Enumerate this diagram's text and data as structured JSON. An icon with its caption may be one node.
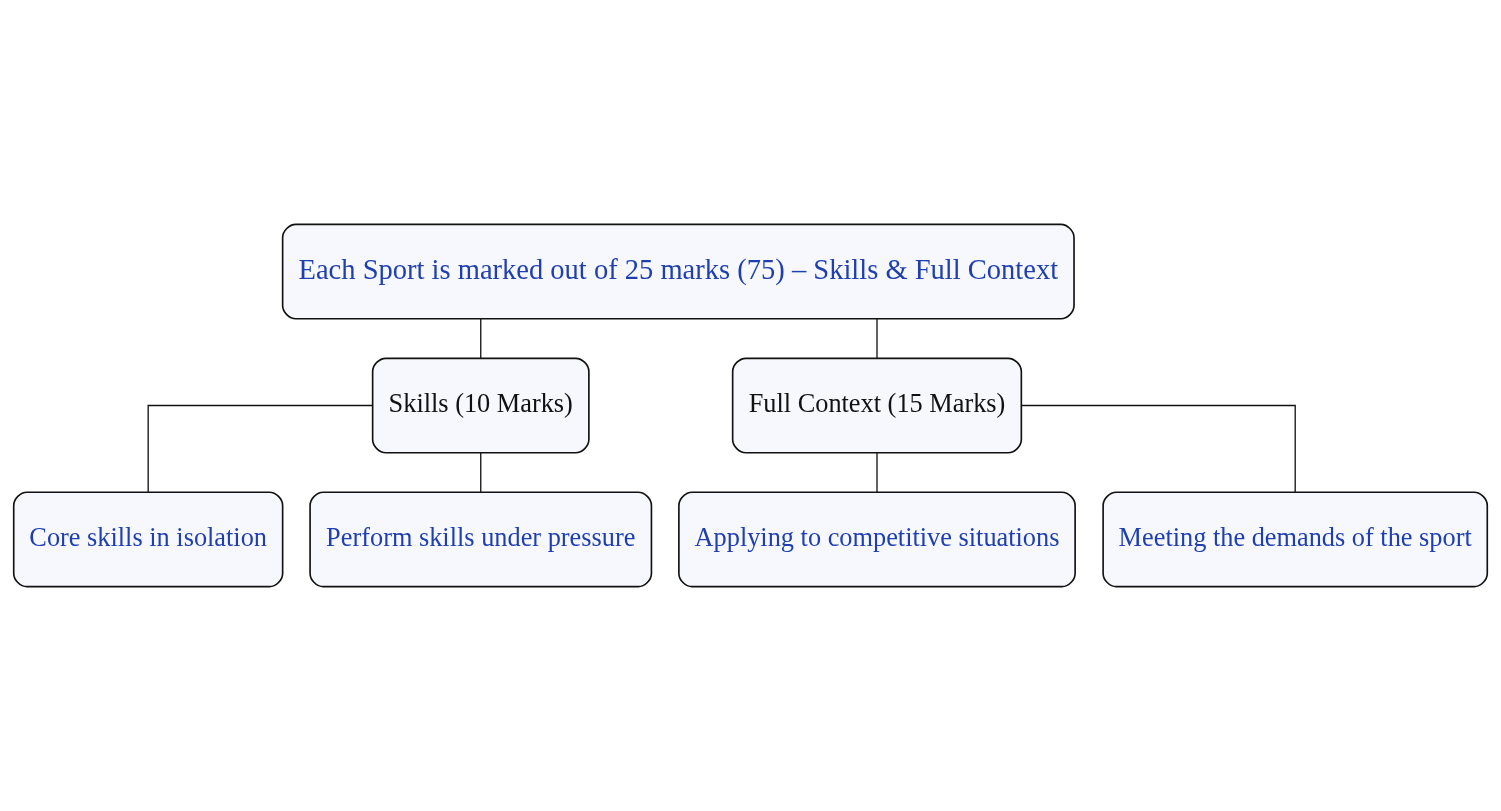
{
  "diagram": {
    "nodes": [
      {
        "text": [
          "Each Sport is marked out of 25 marks (75) – Skills & Full Context"
        ]
      },
      {
        "text": [
          "Skills (10 Marks)"
        ]
      },
      {
        "text": [
          "Full Context (15 Marks)"
        ]
      },
      {
        "text": [
          "Core skills in isolation"
        ]
      },
      {
        "text": [
          "Perform skills under pressure"
        ]
      },
      {
        "text": [
          "Applying to competitive situations"
        ]
      },
      {
        "text": [
          "Meeting the demands of the sport"
        ]
      }
    ],
    "edges": [
      {
        "from": 0,
        "to": 1,
        "arrow": "none"
      },
      {
        "from": 0,
        "to": 2,
        "arrow": "none"
      },
      {
        "from": 1,
        "to": 3,
        "arrow": "none"
      },
      {
        "from": 1,
        "to": 4,
        "arrow": "none"
      },
      {
        "from": 2,
        "to": 5,
        "arrow": "none"
      },
      {
        "from": 2,
        "to": 6,
        "arrow": "none"
      }
    ]
  }
}
